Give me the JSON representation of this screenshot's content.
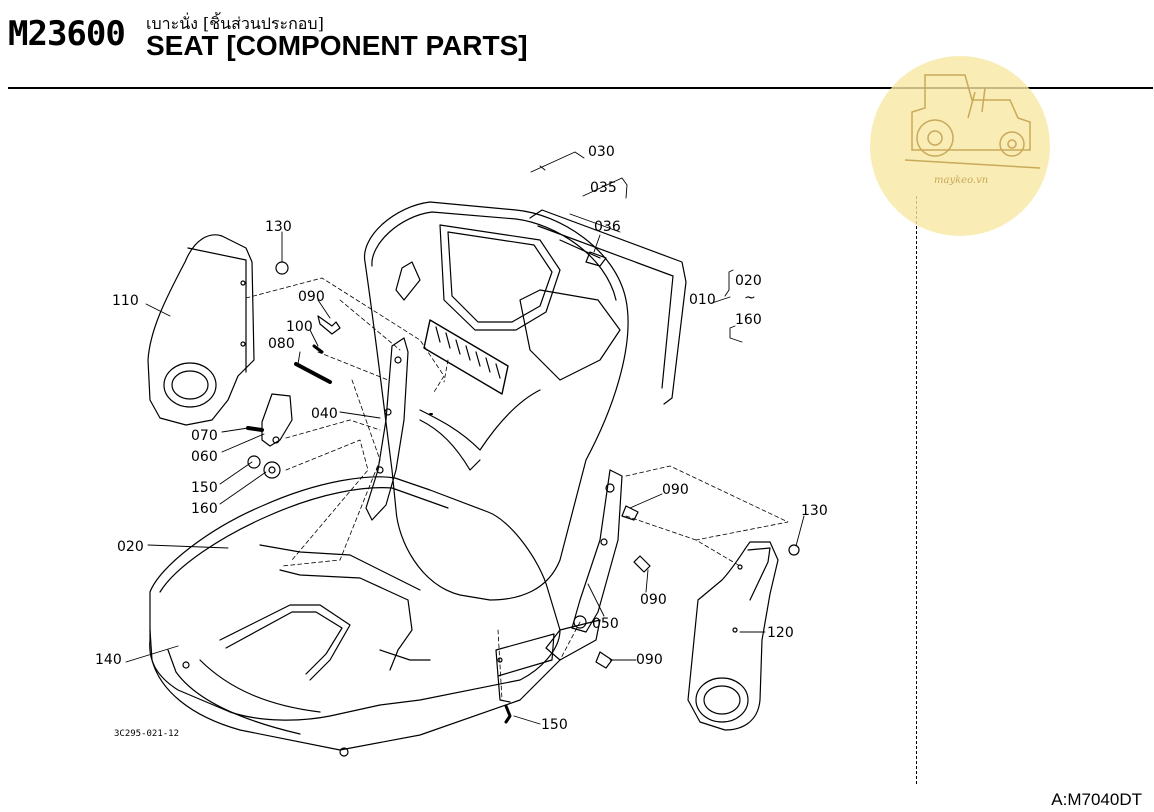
{
  "header": {
    "page_code": "M23600",
    "title_th": "เบาะนั่ง [ชิ้นส่วนประกอบ]",
    "title_en": "SEAT [COMPONENT PARTS]"
  },
  "footer": {
    "model": "A:M7040DT"
  },
  "diagram": {
    "drawing_id": "3C295-021-12",
    "watermark": "maykeo.vn",
    "colors": {
      "line": "#000000",
      "watermark_fill": "#f7e7a3",
      "watermark_stroke": "#c9a95a"
    },
    "callouts": {
      "p030": "030",
      "p035": "035",
      "p036": "036",
      "p010": "010",
      "p020_range_start": "020",
      "p_range_tilde": "~",
      "p160_range_end": "160",
      "p130_left": "130",
      "p110": "110",
      "p090_top": "090",
      "p100": "100",
      "p080": "080",
      "p040": "040",
      "p070": "070",
      "p060": "060",
      "p150_left": "150",
      "p160": "160",
      "p020": "020",
      "p140": "140",
      "p090_right_top": "090",
      "p130_right": "130",
      "p090_right_mid": "090",
      "p050": "050",
      "p120": "120",
      "p090_bottom": "090",
      "p150_bottom": "150"
    }
  }
}
